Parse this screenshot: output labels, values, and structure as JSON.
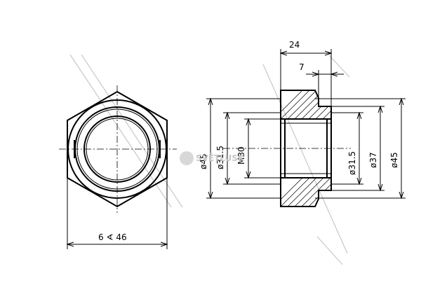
{
  "front_view": {
    "width_label": "6 ∢ 46"
  },
  "section_view": {
    "length_label": "24",
    "flange_label": "7",
    "left_labels": [
      "ø45",
      "ø31.5",
      "M30"
    ],
    "right_labels": [
      "ø31.5",
      "ø37",
      "ø45"
    ]
  },
  "watermark": {
    "text": "SVĚTLUSK"
  }
}
